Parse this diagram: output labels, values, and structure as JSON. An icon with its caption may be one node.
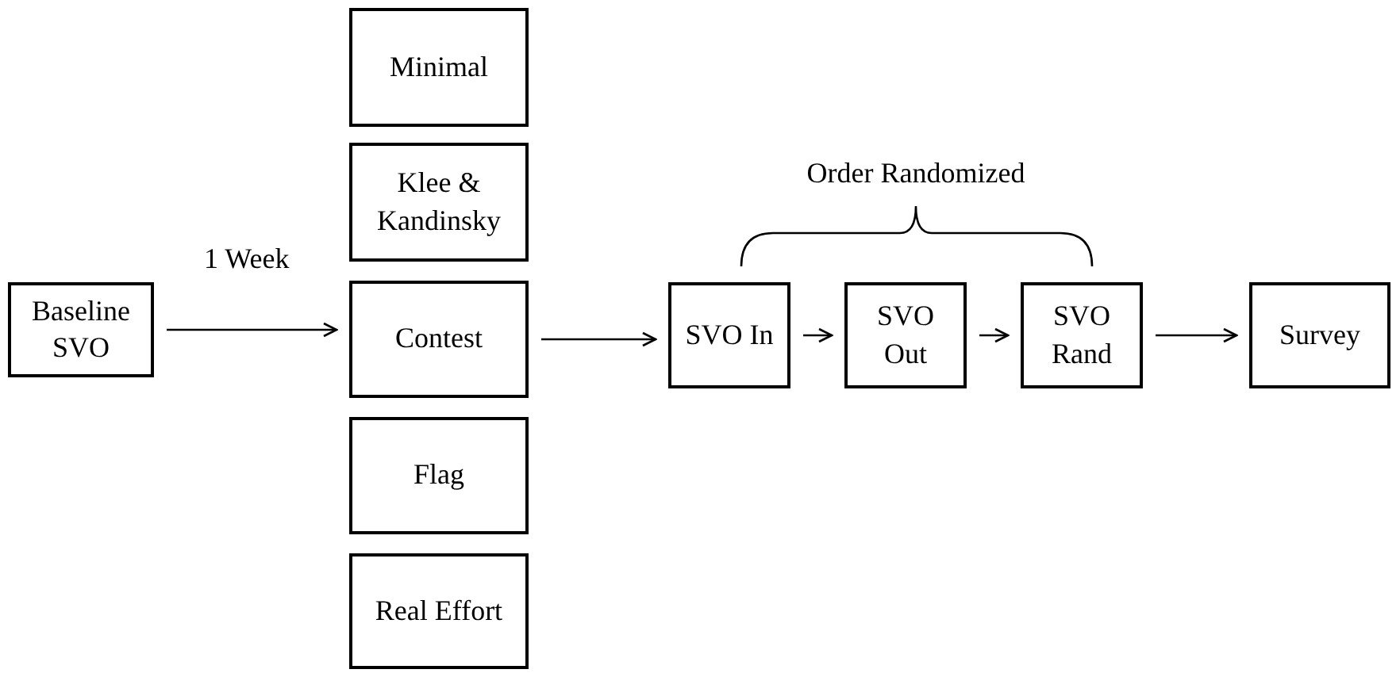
{
  "diagram": {
    "nodes": [
      {
        "text": [
          "Baseline SVO"
        ]
      },
      {
        "text": [
          "Minimal"
        ]
      },
      {
        "text": [
          "Klee & Kandinsky"
        ]
      },
      {
        "text": [
          "Contest"
        ]
      },
      {
        "text": [
          "Flag"
        ]
      },
      {
        "text": [
          "Real Effort"
        ]
      },
      {
        "text": [
          "SVO In"
        ]
      },
      {
        "text": [
          "SVO Out"
        ]
      },
      {
        "text": [
          "SVO Rand"
        ]
      },
      {
        "text": [
          "Survey"
        ]
      }
    ],
    "edges": [
      {
        "from": 0,
        "to": 3,
        "arrow": "to",
        "label": "1 Week"
      },
      {
        "from": 3,
        "to": 6,
        "arrow": "to"
      },
      {
        "from": 6,
        "to": 7,
        "arrow": "to"
      },
      {
        "from": 7,
        "to": 8,
        "arrow": "to"
      },
      {
        "from": 8,
        "to": 9,
        "arrow": "to"
      }
    ],
    "labels": [
      "Order Randomized"
    ]
  }
}
